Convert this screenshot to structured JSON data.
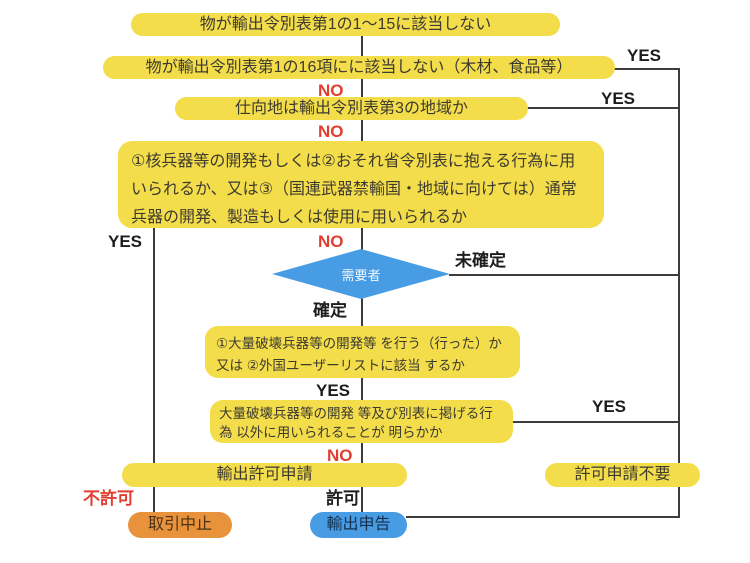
{
  "nodes": {
    "item_1_15": "物が輸出令別表第1の1〜15に該当しない",
    "item_16": "物が輸出令別表第1の16項にに該当しない（木材、食品等）",
    "destination": "仕向地は輸出令別表第3の地域か",
    "end_use_check": "①核兵器等の開発もしくは②おそれ省令別表に抱える行為に用いられるか、又は③（国連武器禁輸国・地域に向けては）通常兵器の開発、製造もしくは使用に用いられるか",
    "end_user": "需要者",
    "wmd_check": "①大量破壊兵器等の開発等 を行う（行った）か 又は ②外国ユーザーリストに該当 するか",
    "clearly_other_use": "大量破壊兵器等の開発 等及び別表に掲げる行為 以外に用いられることが 明らかか",
    "license_application": "輸出許可申請",
    "no_license_needed": "許可申請不要",
    "stop_transaction": "取引中止",
    "export_declaration": "輸出申告"
  },
  "labels": {
    "yes": "YES",
    "no": "NO",
    "undetermined": "未確定",
    "determined": "確定",
    "not_permitted": "不許可",
    "permitted": "許可"
  },
  "colors": {
    "process_box": "#F3DD4B",
    "decision_diamond": "#489CE4",
    "stop_box": "#E8923C",
    "declaration_box": "#489CE4",
    "no_label_red": "#E23E30",
    "connector": "#3C3C3C"
  }
}
